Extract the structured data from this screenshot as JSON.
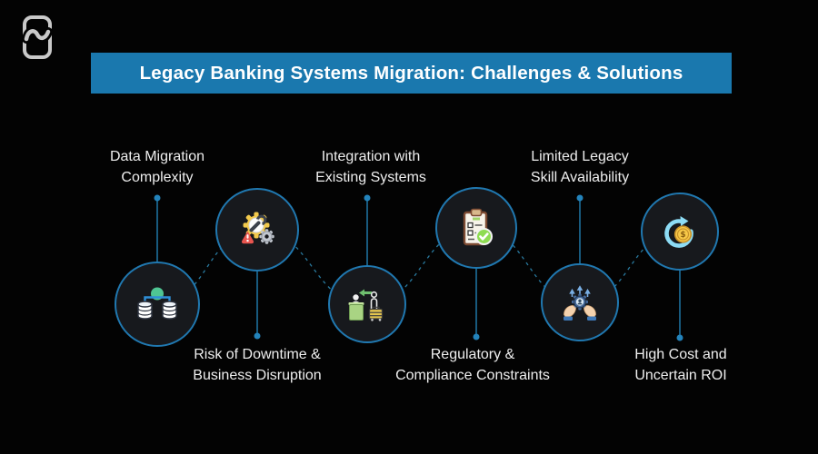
{
  "title": {
    "text": "Legacy Banking Systems Migration: Challenges & Solutions"
  },
  "brand": {
    "logo_icon": "wave-mark-logo-icon"
  },
  "colors": {
    "background": "#030303",
    "banner_blue": "#1a78ae",
    "node_fill": "#17191d",
    "node_border": "#2078b0",
    "connector_blue": "#2b7fa6",
    "label_text": "#eeeeee",
    "title_text": "#ffffff"
  },
  "nodes": [
    {
      "id": "data-migration-complexity",
      "icon": "database-sync-icon",
      "label_position": "above",
      "line1": "Data Migration",
      "line2": "Complexity"
    },
    {
      "id": "downtime-business-disruption",
      "icon": "gear-warning-icon",
      "label_position": "below",
      "line1": "Risk of Downtime &",
      "line2": "Business Disruption"
    },
    {
      "id": "integration-existing-systems",
      "icon": "migration-desk-icon",
      "label_position": "above",
      "line1": "Integration with",
      "line2": "Existing Systems"
    },
    {
      "id": "regulatory-compliance",
      "icon": "clipboard-check-icon",
      "label_position": "below",
      "line1": "Regulatory &",
      "line2": "Compliance Constraints"
    },
    {
      "id": "limited-legacy-skills",
      "icon": "hands-gear-icon",
      "label_position": "above",
      "line1": "Limited Legacy",
      "line2": "Skill Availability"
    },
    {
      "id": "high-cost-uncertain-roi",
      "icon": "refresh-coin-icon",
      "label_position": "below",
      "line1": "High Cost and",
      "line2": "Uncertain ROI"
    }
  ]
}
